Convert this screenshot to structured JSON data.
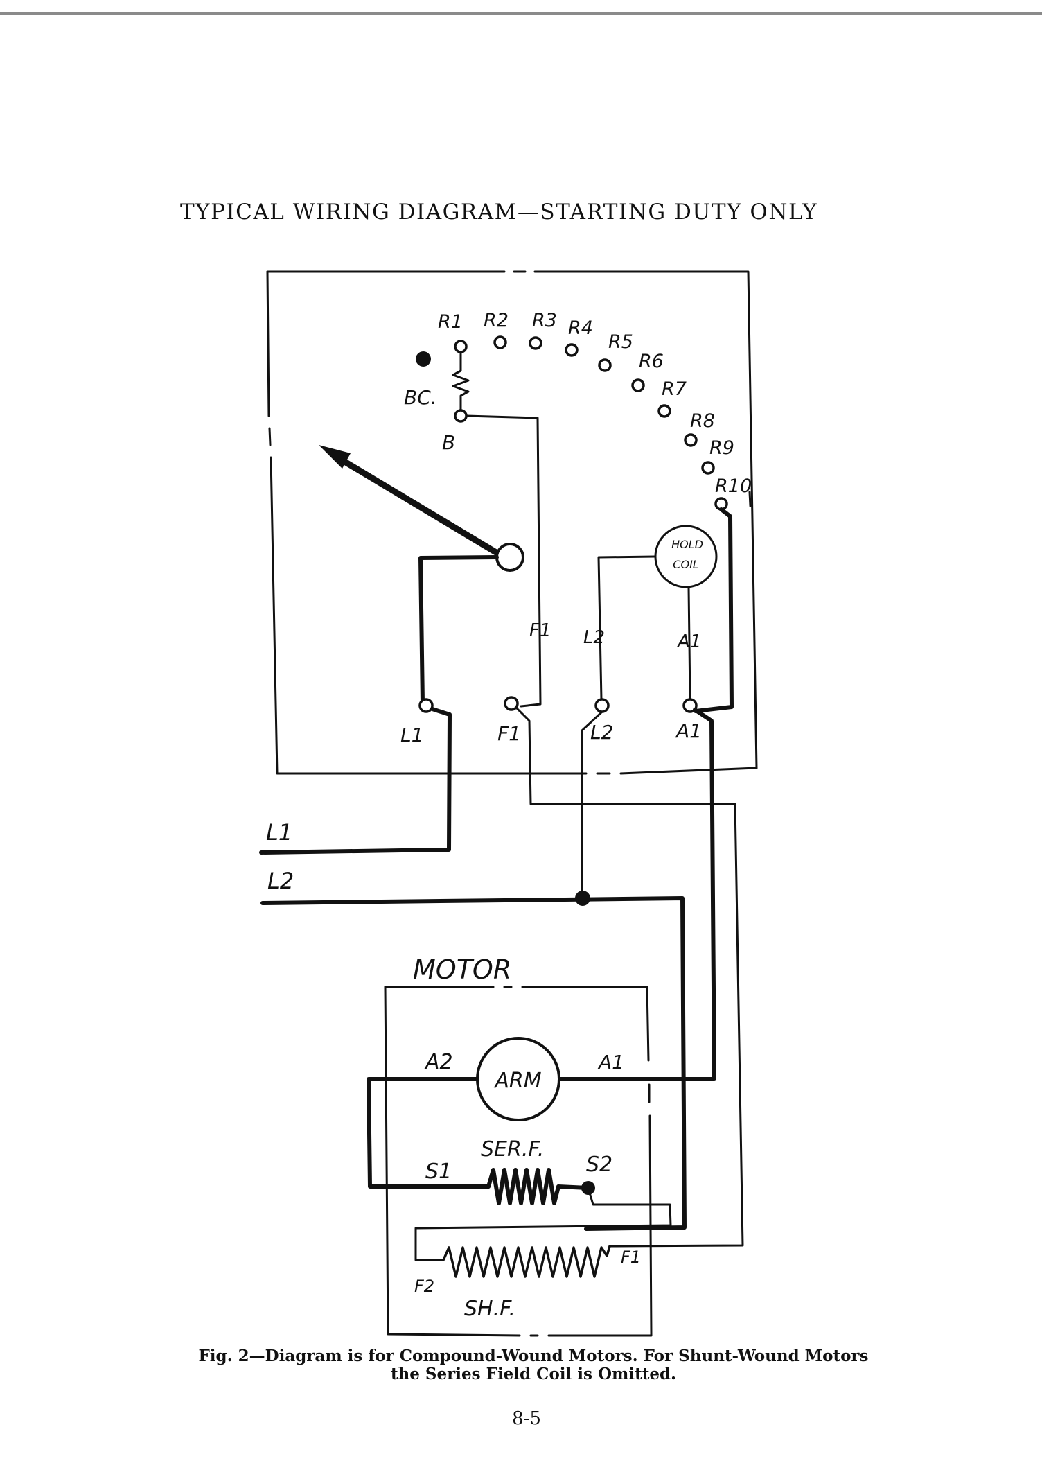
{
  "title": "TYPICAL WIRING DIAGRAM—STARTING DUTY ONLY",
  "caption": {
    "line1": "Fig. 2—Diagram is for Compound-Wound Motors. For Shunt-Wound Motors",
    "line2": "the Series Field Coil is Omitted."
  },
  "page_number": "8-5",
  "diagram": {
    "resistor_labels": [
      "R1",
      "R2",
      "R3",
      "R4",
      "R5",
      "R6",
      "R7",
      "R8",
      "R9",
      "R10"
    ],
    "bc_label": "BC.",
    "b_label": "B",
    "hold_coil": {
      "line1": "HOLD",
      "line2": "COIL"
    },
    "inner_labels": {
      "f1": "F1",
      "l2": "L2",
      "a1": "A1"
    },
    "terminal_labels": {
      "l1": "L1",
      "f1": "F1",
      "l2": "L2",
      "a1": "A1"
    },
    "line_labels": {
      "l1": "L1",
      "l2": "L2"
    },
    "motor": {
      "label": "MOTOR",
      "arm_label": "ARM",
      "a2": "A2",
      "a1": "A1",
      "series_field": "SER.F.",
      "s1": "S1",
      "s2": "S2",
      "f1": "F1",
      "f2": "F2",
      "shunt_field": "SH.F."
    }
  }
}
